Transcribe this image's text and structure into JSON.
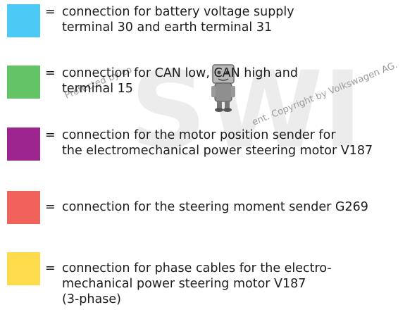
{
  "legend": {
    "items": [
      {
        "color": "#4dc9f6",
        "symbol": "=",
        "lines": [
          "connection for battery voltage supply",
          "terminal 30 and earth terminal 31"
        ]
      },
      {
        "color": "#62c467",
        "symbol": "=",
        "lines": [
          "connection for CAN low, CAN high and",
          "terminal 15"
        ]
      },
      {
        "color": "#9c2590",
        "symbol": "=",
        "lines": [
          "connection for the motor position sender for",
          "the electromechanical power steering motor V187"
        ]
      },
      {
        "color": "#f0625a",
        "symbol": "=",
        "lines": [
          "connection for the steering moment sender G269"
        ]
      },
      {
        "color": "#fddb4a",
        "symbol": "=",
        "lines": [
          "connection for phase cables for the electro-",
          "mechanical power steering motor V187",
          "(3-phase)"
        ]
      }
    ]
  },
  "watermark": {
    "text_left": "Protected by co",
    "text_right": "ent. Copyright by Volkswagen AG.",
    "logo_letters": "SWI"
  }
}
